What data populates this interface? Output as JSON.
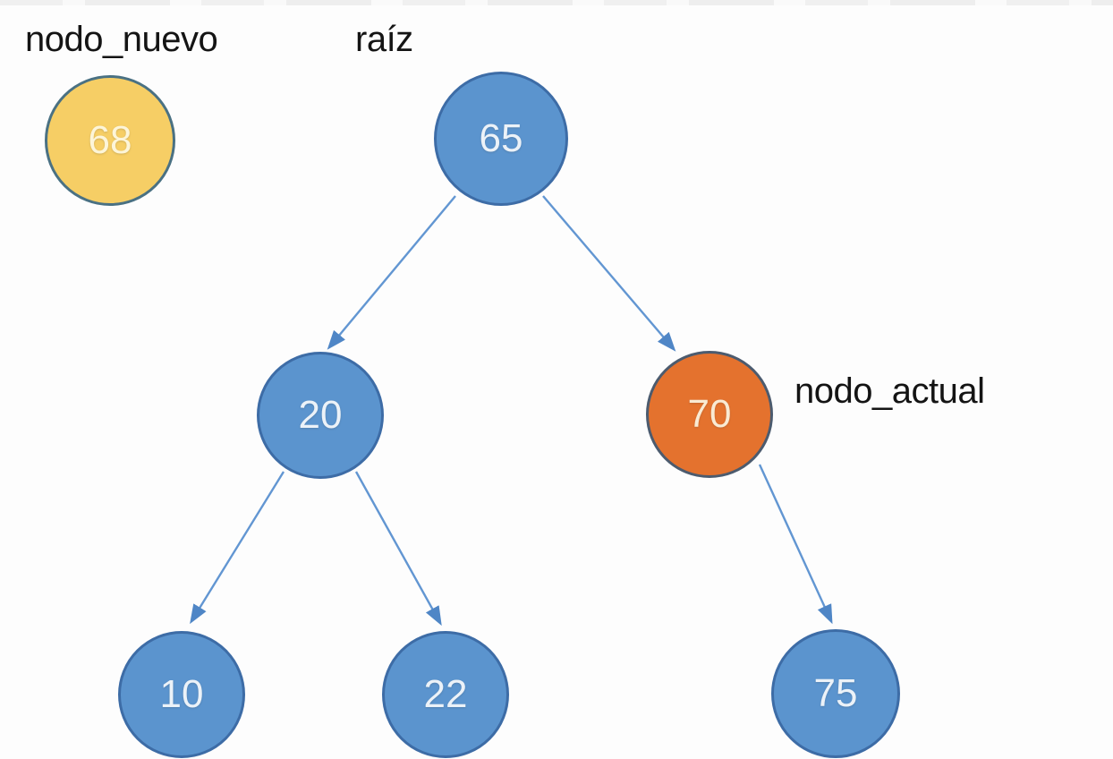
{
  "diagram": {
    "title_hint": "binary search tree insertion step",
    "background": "#FDFDFD"
  },
  "labels": {
    "nodo_nuevo": "nodo_nuevo",
    "raiz": "raíz",
    "nodo_actual": "nodo_actual"
  },
  "tree": {
    "nodes": [
      {
        "id": "68",
        "value": "68",
        "role": "nodo_nuevo",
        "color": "yellow",
        "fill": "#F6CE65",
        "border": "#4A7183"
      },
      {
        "id": "65",
        "value": "65",
        "role": "raíz",
        "color": "blue",
        "fill": "#5B94CE",
        "border": "#3D6CA6"
      },
      {
        "id": "20",
        "value": "20",
        "role": "",
        "color": "blue",
        "fill": "#5B94CE",
        "border": "#3D6CA6"
      },
      {
        "id": "70",
        "value": "70",
        "role": "nodo_actual",
        "color": "orange",
        "fill": "#E4722E",
        "border": "#4C5B6E"
      },
      {
        "id": "10",
        "value": "10",
        "role": "",
        "color": "blue",
        "fill": "#5B94CE",
        "border": "#3D6CA6"
      },
      {
        "id": "22",
        "value": "22",
        "role": "",
        "color": "blue",
        "fill": "#5B94CE",
        "border": "#3D6CA6"
      },
      {
        "id": "75",
        "value": "75",
        "role": "",
        "color": "blue",
        "fill": "#5B94CE",
        "border": "#3D6CA6"
      }
    ],
    "edges": [
      {
        "from": "65",
        "to": "20"
      },
      {
        "from": "65",
        "to": "70"
      },
      {
        "from": "20",
        "to": "10"
      },
      {
        "from": "20",
        "to": "22"
      },
      {
        "from": "70",
        "to": "75"
      }
    ]
  },
  "colors": {
    "edge_line": "#6296D2",
    "edge_arrowhead": "#4F86C6",
    "label_text": "#141414",
    "node_text_blue": "#ECF2F8",
    "node_text_orange": "#F9EAD3",
    "node_text_yellow": "#FDF5D8",
    "background": "#FDFDFD"
  }
}
